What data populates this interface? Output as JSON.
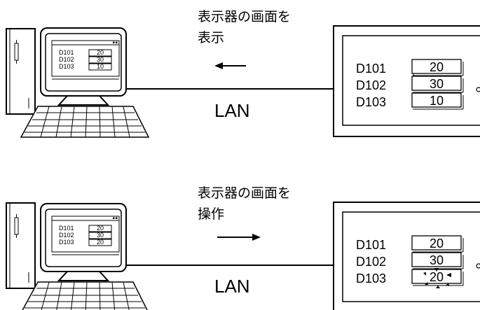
{
  "panels": [
    {
      "caption_line1": "表示器の画面を",
      "caption_line2": "表示",
      "arrow": "left",
      "link_label": "LAN",
      "pc_rows": [
        {
          "addr": "D101",
          "value": "20"
        },
        {
          "addr": "D102",
          "value": "30"
        },
        {
          "addr": "D103",
          "value": "10"
        }
      ],
      "gp_rows": [
        {
          "addr": "D101",
          "value": "20"
        },
        {
          "addr": "D102",
          "value": "30"
        },
        {
          "addr": "D103",
          "value": "10"
        }
      ]
    },
    {
      "caption_line1": "表示器の画面を",
      "caption_line2": "操作",
      "arrow": "right",
      "link_label": "LAN",
      "pc_rows": [
        {
          "addr": "D101",
          "value": "20"
        },
        {
          "addr": "D102",
          "value": "30"
        },
        {
          "addr": "D103",
          "value": "20"
        }
      ],
      "gp_rows": [
        {
          "addr": "D101",
          "value": "20"
        },
        {
          "addr": "D102",
          "value": "30"
        },
        {
          "addr": "D103",
          "value": "20"
        }
      ]
    }
  ],
  "icons": {
    "touch": "touch-sparkle-icon",
    "pc": "desktop-pc-icon",
    "display": "display-unit-icon"
  }
}
